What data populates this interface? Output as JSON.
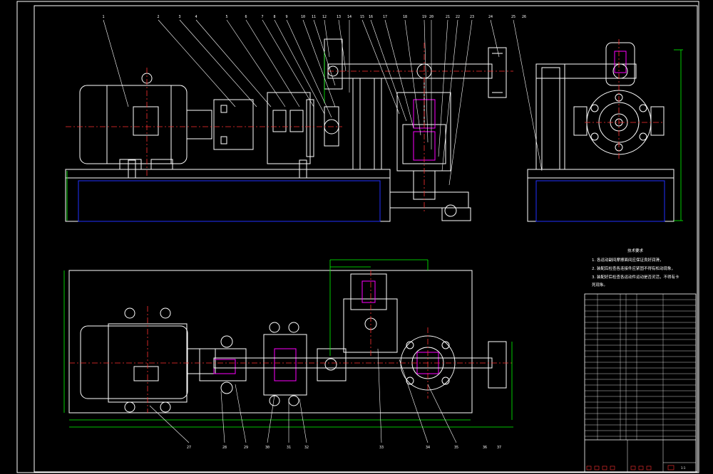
{
  "drawing": {
    "callouts_top": [
      "1",
      "2",
      "3",
      "4",
      "5",
      "6",
      "7",
      "8",
      "9",
      "10",
      "11",
      "12",
      "13",
      "14",
      "15",
      "16",
      "17",
      "18",
      "19",
      "20",
      "21",
      "22",
      "23",
      "24",
      "25",
      "26"
    ],
    "callouts_bottom": [
      "27",
      "28",
      "29",
      "30",
      "31",
      "32",
      "33",
      "34",
      "35",
      "36",
      "37"
    ],
    "notes": {
      "title": "技术要求",
      "lines": [
        "1. 各运动副间摩擦面间应保证良好润滑，",
        "2. 装配后检查各连接件应紧固不得有松动现象，",
        "3. 装配好后检查各运动件运动是否灵活，不得有卡",
        "   死现象。"
      ]
    },
    "title_block": {
      "drawing_name": "",
      "scale": "1:1"
    },
    "colors": {
      "outline": "#ffffff",
      "centerline": "#ff3030",
      "dimension": "#00ff00",
      "base": "#2030ff",
      "hatch": "#ff00ff",
      "leader": "#ffffff"
    }
  }
}
